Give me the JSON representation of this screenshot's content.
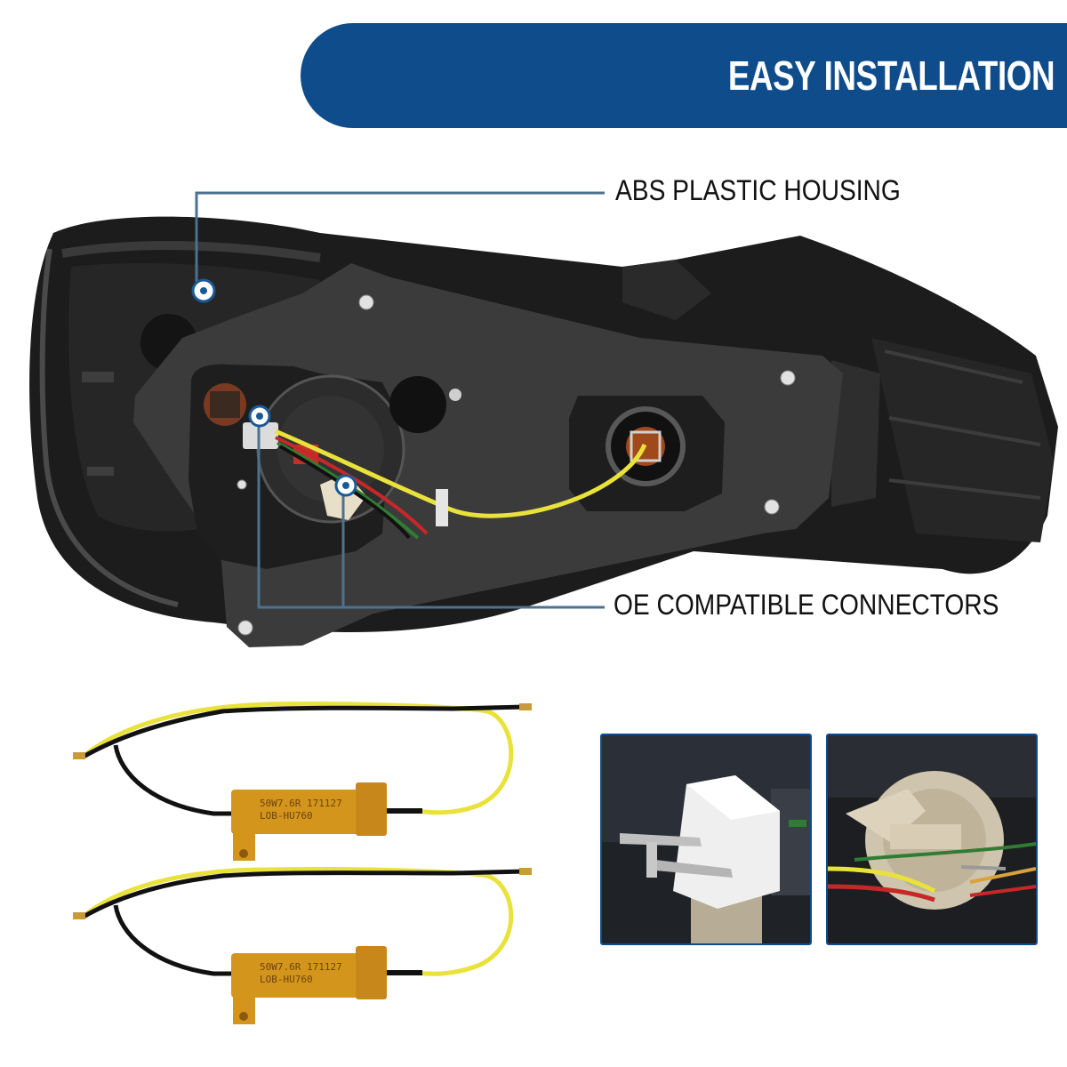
{
  "banner": {
    "title": "EASY INSTALLATION",
    "color": "#0f4c8c"
  },
  "callouts": {
    "housing": "ABS PLASTIC HOUSING",
    "connectors": "OE COMPATIBLE CONNECTORS"
  },
  "resistors": {
    "top_print_1": "50W7.6R 171127",
    "top_print_2": "LOB-HU760",
    "bottom_print_1": "50W7.6R 171127",
    "bottom_print_2": "LOB-HU760"
  },
  "colors": {
    "accent": "#0f4c8c",
    "gasket": "#3b3b3b",
    "housing": "#1c1c1c",
    "wire_yellow": "#e9e23a",
    "resistor_gold": "#d4951c"
  }
}
